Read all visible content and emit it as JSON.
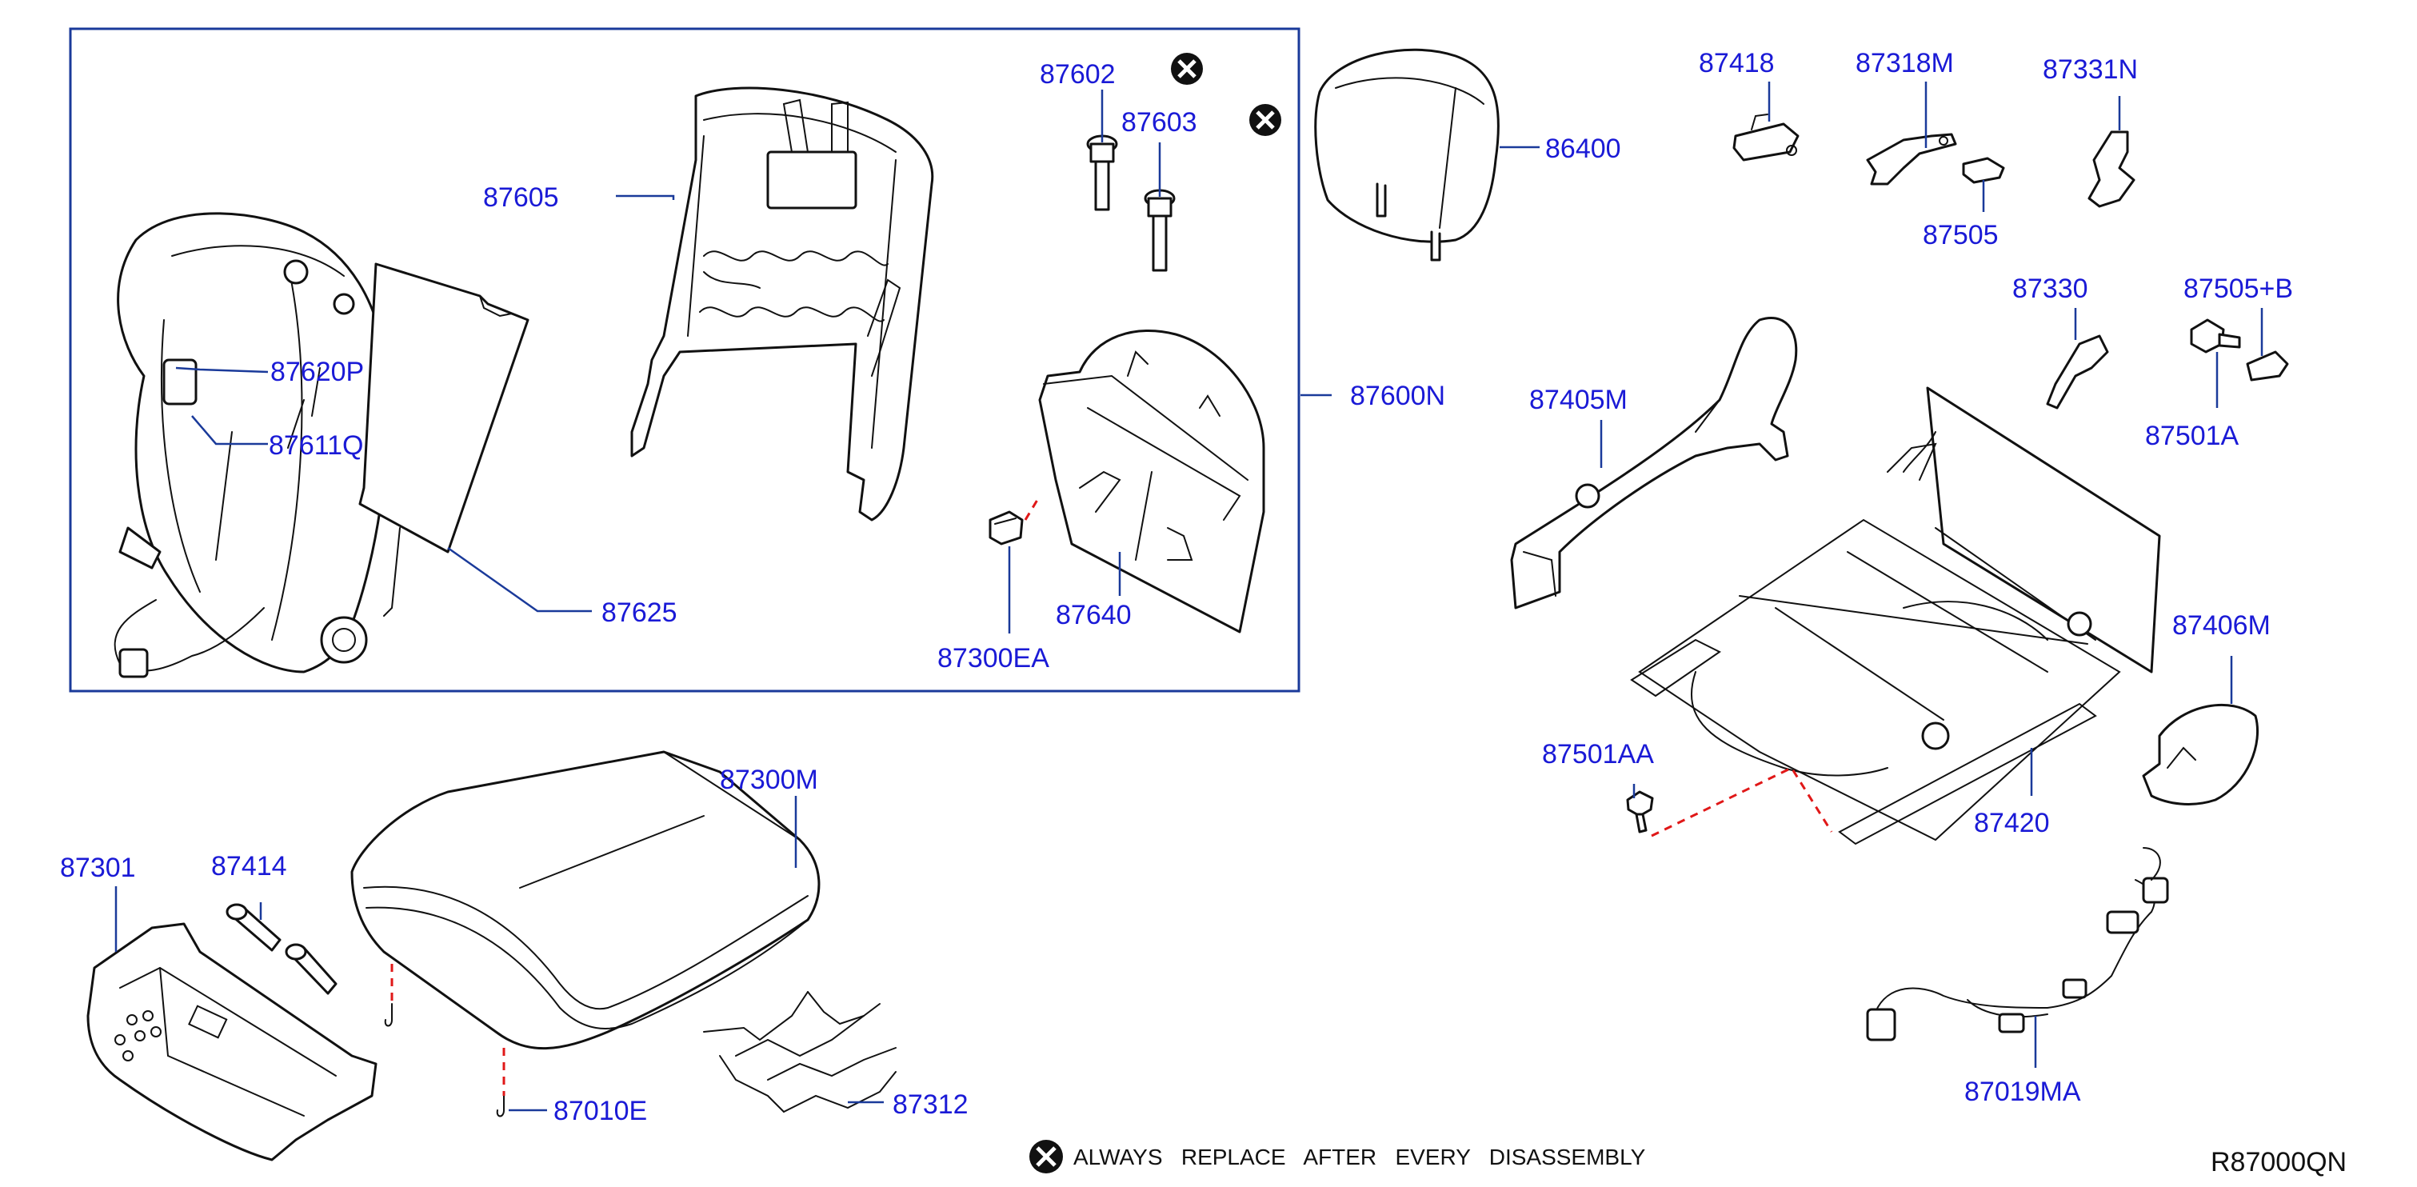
{
  "labels": {
    "p87602": "87602",
    "p87603": "87603",
    "p87605": "87605",
    "p87620P": "87620P",
    "p87611Q": "87611Q",
    "p87625": "87625",
    "p87640": "87640",
    "p87300EA": "87300EA",
    "p87600N": "87600N",
    "p86400": "86400",
    "p87418": "87418",
    "p87318M": "87318M",
    "p87331N": "87331N",
    "p87505": "87505",
    "p87330": "87330",
    "p87505B": "87505+B",
    "p87501A": "87501A",
    "p87405M": "87405M",
    "p87406M": "87406M",
    "p87501AA": "87501AA",
    "p87420": "87420",
    "p87019MA": "87019MA",
    "p87301": "87301",
    "p87414": "87414",
    "p87300M": "87300M",
    "p87010E": "87010E",
    "p87312": "87312"
  },
  "legend": {
    "text": "ALWAYS   REPLACE   AFTER   EVERY   DISASSEMBLY",
    "icon": "x-circle-icon"
  },
  "diagram_code": "R87000QN",
  "colors": {
    "label_text": "#1a1ad6",
    "leader_line": "#1a3a9a",
    "dashed_guide": "#e01818",
    "outline": "#111111"
  }
}
